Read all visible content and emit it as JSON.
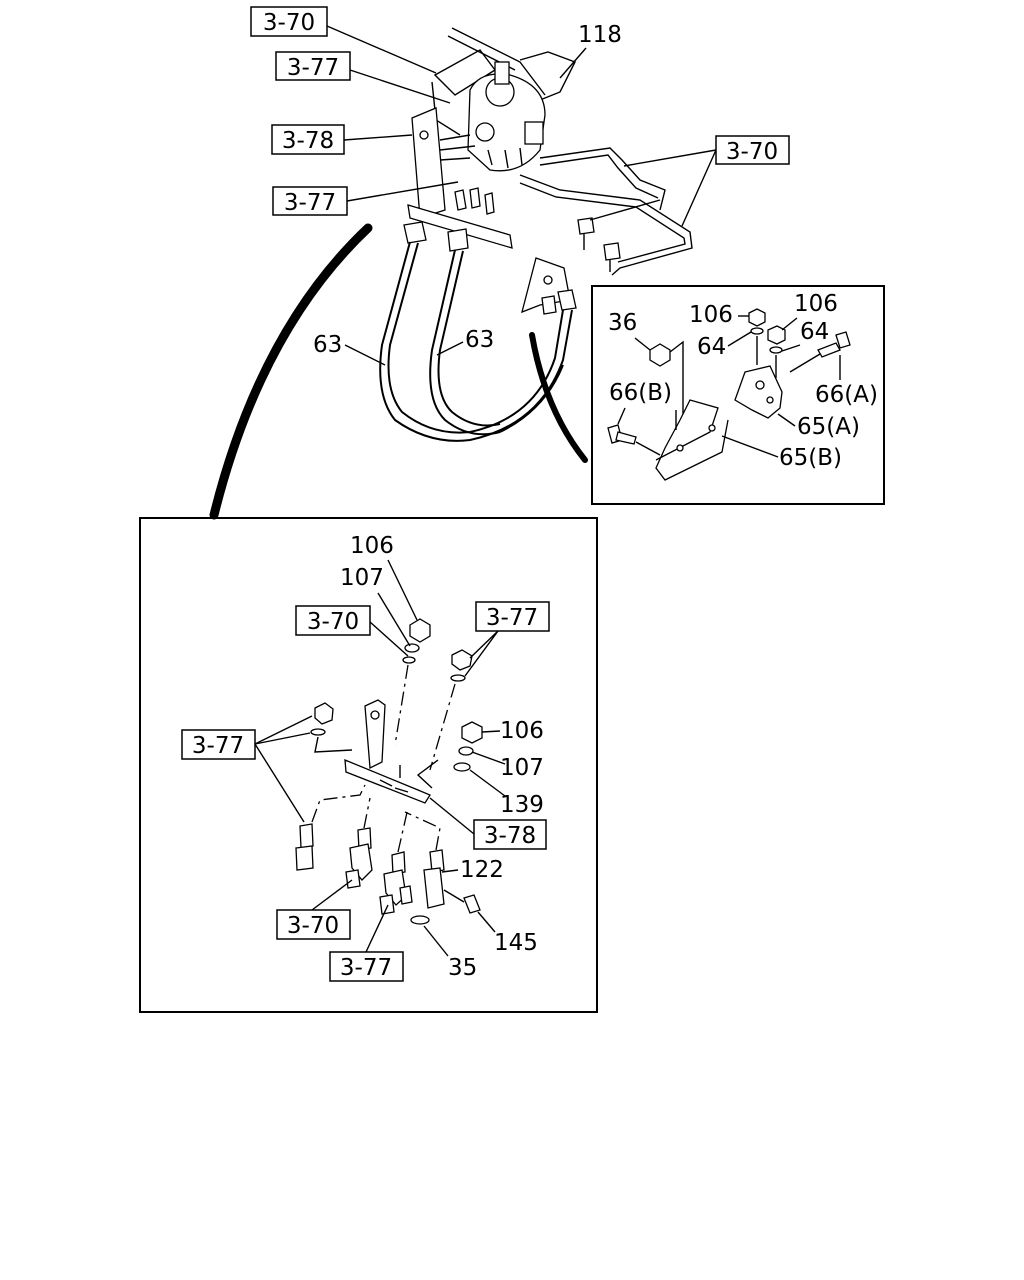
{
  "references": {
    "r1": "3-70",
    "r2": "3-77",
    "r3": "3-78",
    "r4": "3-77",
    "r5": "3-70",
    "r6": "3-70",
    "r7": "3-77",
    "r8": "3-77",
    "r9": "3-78",
    "r10": "3-70",
    "r11": "3-77"
  },
  "callouts": {
    "p118": "118",
    "p63a": "63",
    "p63b": "63",
    "p36": "36",
    "p106a": "106",
    "p106b": "106",
    "p64a": "64",
    "p64b": "64",
    "p66a": "66(A)",
    "p66b": "66(B)",
    "p65a": "65(A)",
    "p65b": "65(B)",
    "p106c": "106",
    "p107a": "107",
    "p106d": "106",
    "p107b": "107",
    "p139": "139",
    "p122": "122",
    "p145": "145",
    "p35": "35"
  }
}
